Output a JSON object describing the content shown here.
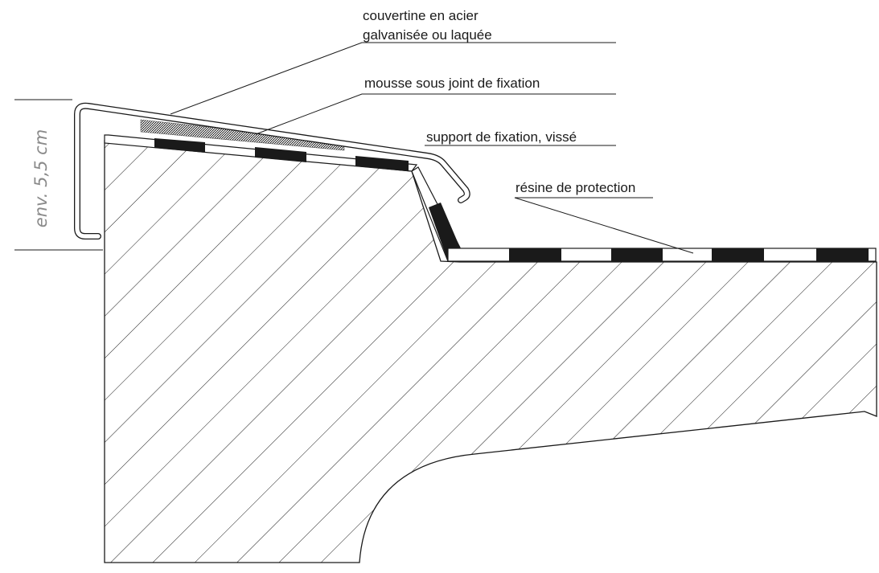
{
  "labels": {
    "coping_line1": "couvertine en acier",
    "coping_line2": "galvanisée ou laquée",
    "foam": "mousse sous joint de fixation",
    "support": "support de fixation, vissé",
    "resin": "résine de protection"
  },
  "dimension": "env. 5,5 cm",
  "colors": {
    "ink": "#1a1a1a",
    "dimension_text": "#8a8a8a",
    "hatch": "#1a1a1a"
  }
}
